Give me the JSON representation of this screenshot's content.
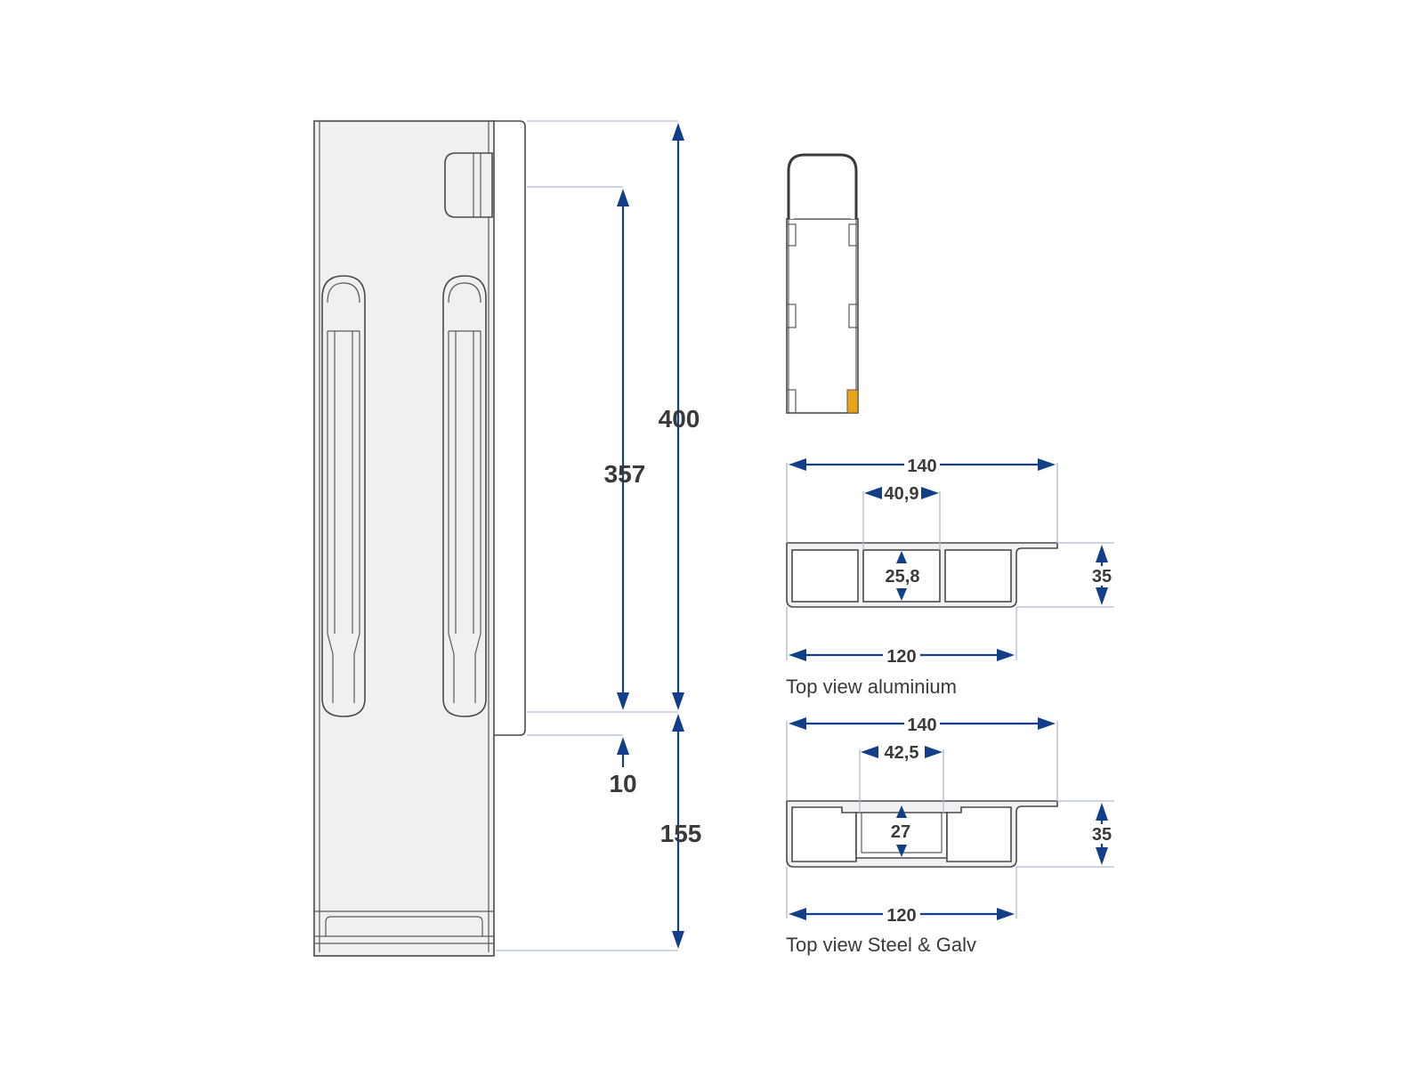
{
  "side_view": {
    "dim_total": "400",
    "dim_hole_span": "357",
    "dim_offset": "10",
    "dim_bottom": "155"
  },
  "front_view": {
    "accent_color": "#e8a317"
  },
  "aluminium_section": {
    "dim_width": "140",
    "dim_inner_width": "40,9",
    "dim_inner_height": "25,8",
    "dim_height": "35",
    "dim_base": "120",
    "caption": "Top view aluminium"
  },
  "steel_section": {
    "dim_width": "140",
    "dim_inner_width": "42,5",
    "dim_inner_height": "27",
    "dim_height": "35",
    "dim_base": "120",
    "caption": "Top view Steel & Galv"
  },
  "colors": {
    "dimension_line": "#123f88",
    "extension_line": "#b3b6d6",
    "part_fill": "#f0eff2"
  }
}
